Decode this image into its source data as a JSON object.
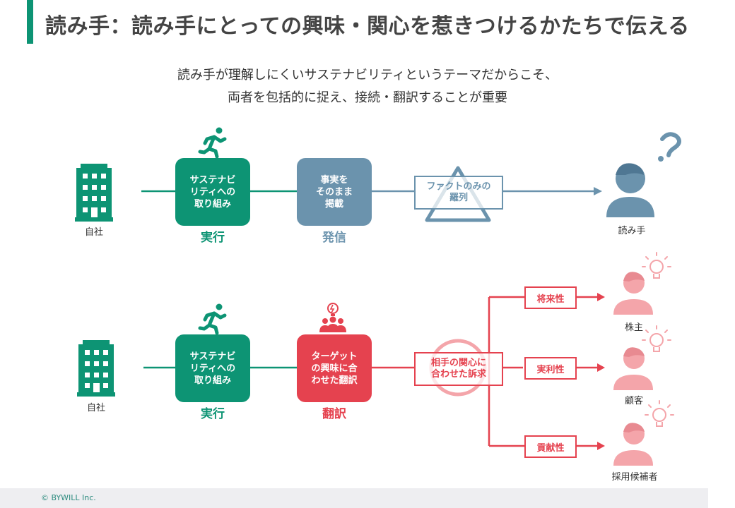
{
  "title": "読み手：読み手にとっての興味・関心を惹きつけるかたちで伝える",
  "subtitle_lines": [
    "読み手が理解しにくいサステナビリティというテーマだからこそ、",
    "両者を包括的に捉え、接続・翻訳することが重要"
  ],
  "row1": {
    "company_label": "自社",
    "box1_lines": [
      "サステナビ",
      "リティへの",
      "取り組み"
    ],
    "box1_caption": "実行",
    "box2_lines": [
      "事実を",
      "そのまま",
      "掲載"
    ],
    "box2_caption": "発信",
    "callout_lines": [
      "ファクトのみの",
      "羅列"
    ],
    "reader_label": "読み手"
  },
  "row2": {
    "company_label": "自社",
    "box1_lines": [
      "サステナビ",
      "リティへの",
      "取り組み"
    ],
    "box1_caption": "実行",
    "box2_lines": [
      "ターゲット",
      "の興味に合",
      "わせた翻訳"
    ],
    "box2_caption": "翻訳",
    "callout_lines": [
      "相手の関心に",
      "合わせた訴求"
    ],
    "targets": [
      {
        "tag": "将来性",
        "label": "株主"
      },
      {
        "tag": "実利性",
        "label": "顧客"
      },
      {
        "tag": "貢献性",
        "label": "採用候補者"
      }
    ]
  },
  "footer": {
    "copyright": "© BYWILL Inc."
  },
  "colors": {
    "green": "#0d9474",
    "slate": "#6b93ad",
    "red": "#e5424f",
    "pink": "#f4a5aa"
  }
}
